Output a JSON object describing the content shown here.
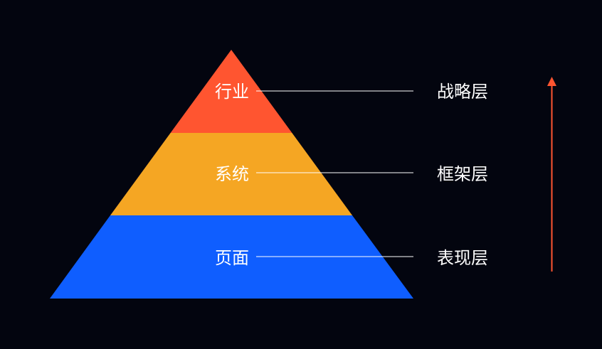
{
  "layers": [
    {
      "name": "行业",
      "level": "战略层",
      "color": "#ff5530"
    },
    {
      "name": "系统",
      "level": "框架层",
      "color": "#f5a623"
    },
    {
      "name": "页面",
      "level": "表现层",
      "color": "#0f5eff"
    }
  ],
  "arrow_color": "#ff5530",
  "background": "#03050f"
}
